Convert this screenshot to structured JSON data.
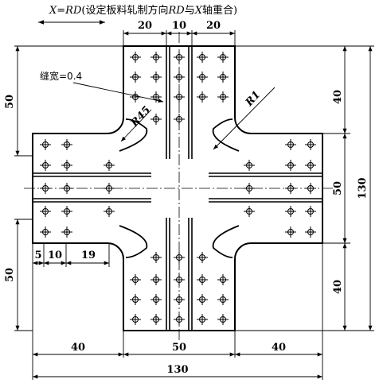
{
  "title": {
    "part1": "X",
    "part2": "=",
    "part3": "RD",
    "part4": "(设定板料轧制方向",
    "part5": "RD",
    "part6": "与",
    "part7": "X",
    "part8": "轴重合)"
  },
  "labels": {
    "slit_width": "缝宽=0.4",
    "radius_big": "R45",
    "radius_small": "R1"
  },
  "dimensions": {
    "top_left_20": "20",
    "top_mid_10": "10",
    "top_right_20": "20",
    "left_top_50": "50",
    "left_bottom_50": "50",
    "right_top_40": "40",
    "right_mid_50": "50",
    "right_bottom_40": "40",
    "overall_height_130": "130",
    "bottom_left_40": "40",
    "bottom_mid_50": "50",
    "bottom_right_40": "40",
    "overall_width_130": "130",
    "small_5": "5",
    "small_10": "10",
    "small_19": "19"
  },
  "colors": {
    "line": "#000000",
    "background": "#ffffff"
  }
}
